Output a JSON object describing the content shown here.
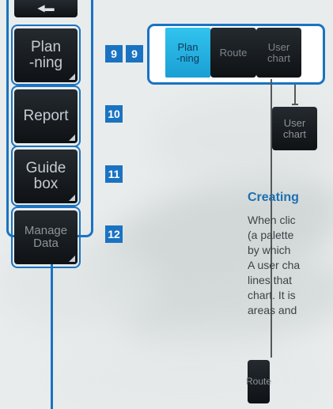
{
  "sidebar": {
    "items": [
      {
        "label": "Plan\n-ning",
        "badge": "9"
      },
      {
        "label": "Report",
        "badge": "10"
      },
      {
        "label": "Guide\nbox",
        "badge": "11"
      },
      {
        "label": "Manage\nData",
        "badge": "12"
      }
    ]
  },
  "palette": {
    "badge": "9",
    "buttons": [
      {
        "label": "Plan\n-ning",
        "state": "active"
      },
      {
        "label": "Route"
      },
      {
        "label": "User\nchart"
      }
    ]
  },
  "callouts": {
    "user_chart_label": "User\nchart",
    "route_label": "Route"
  },
  "text": {
    "heading": "Creating",
    "lines": [
      "When clic",
      "(a palette",
      "by which",
      "A user cha",
      "lines that",
      "chart. It is",
      "areas and"
    ]
  },
  "colors": {
    "accent": "#1a73c2",
    "active_button": "#2ab4e4",
    "button_dark": "#16191c"
  },
  "icons": {
    "top_stub": "arrow-left-icon",
    "corner": "corner-triangle-icon"
  }
}
